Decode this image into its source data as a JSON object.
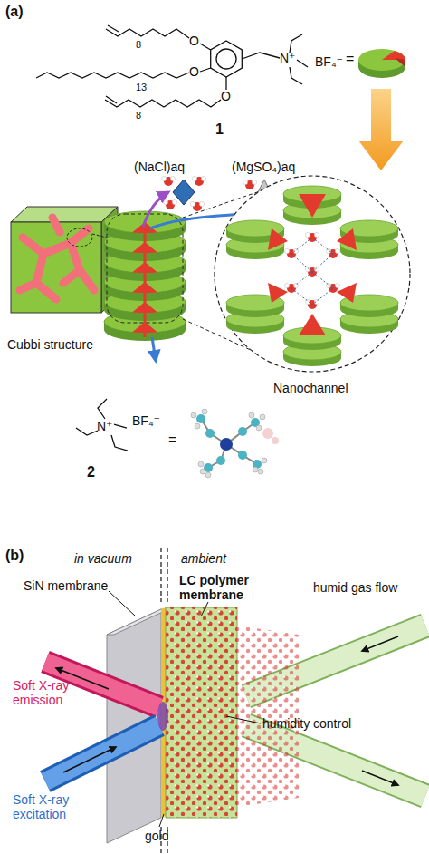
{
  "diagram": {
    "labels": [
      "(a)",
      "8",
      "O",
      "O",
      "O",
      "13",
      "8",
      "N⁺",
      "BF₄⁻",
      "=",
      "1",
      "(NaCl)aq",
      "(MgSO₄)aq",
      "Cubbi structure",
      "Nanochannel",
      "N⁺",
      "BF₄⁻",
      "=",
      "2",
      "(b)",
      "in vacuum",
      "ambient",
      "SiN membrane",
      "LC polymer membrane",
      "humid gas flow",
      "Soft X-ray emission",
      "Soft X-ray excitation",
      "humidity control",
      "gold"
    ]
  }
}
